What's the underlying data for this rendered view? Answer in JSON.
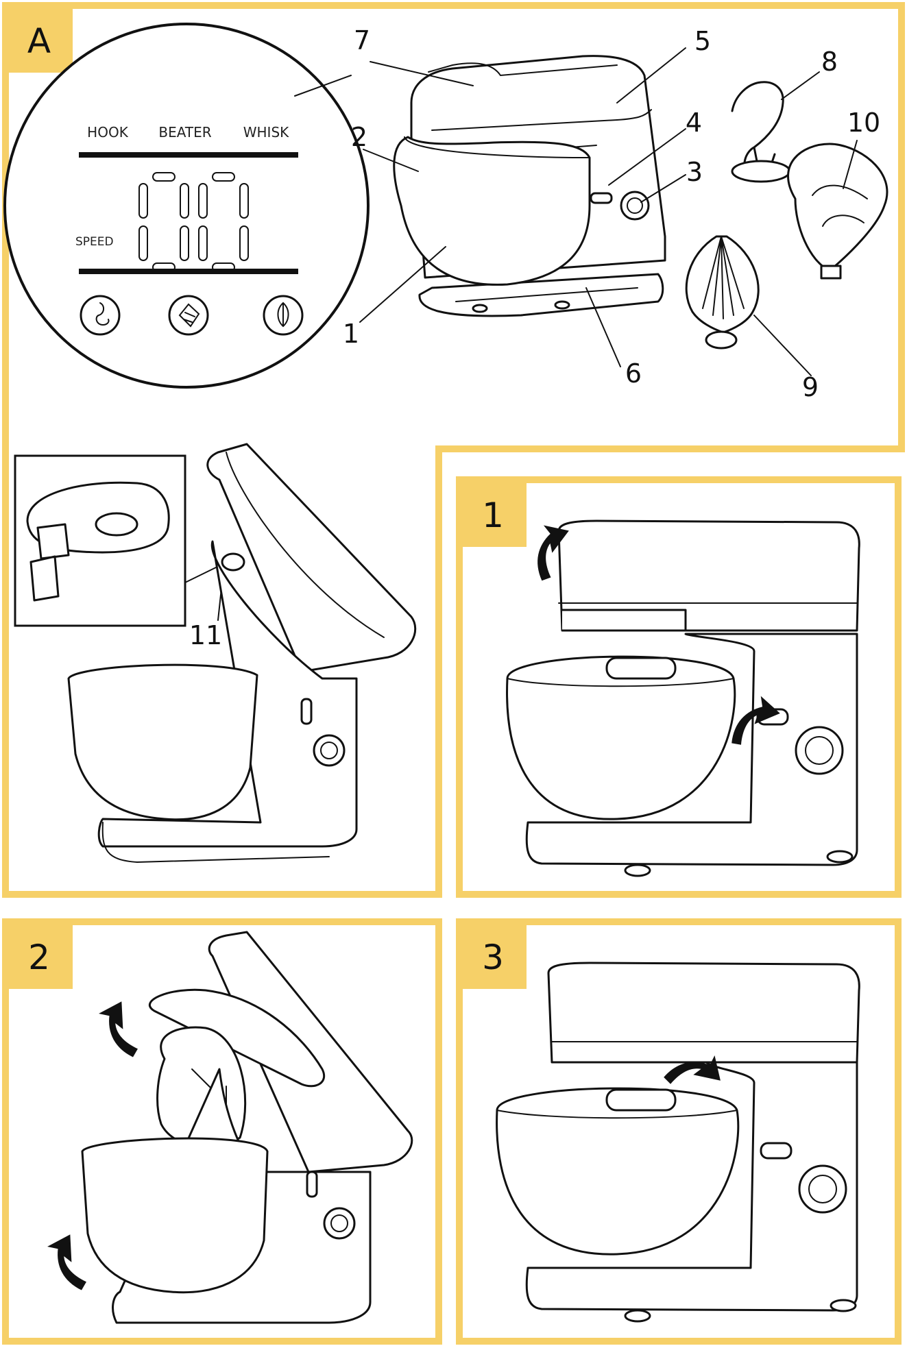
{
  "colors": {
    "frame": "#f6d068",
    "ink": "#111111",
    "paper": "#ffffff"
  },
  "panels": {
    "a": {
      "badge": "A"
    },
    "step1": {
      "badge": "1"
    },
    "step2": {
      "badge": "2"
    },
    "step3": {
      "badge": "3"
    }
  },
  "display": {
    "hook": "HOOK",
    "beater": "BEATER",
    "whisk": "WHISK",
    "speed": "SPEED"
  },
  "callouts": {
    "c1": "1",
    "c2": "2",
    "c3": "3",
    "c4": "4",
    "c5": "5",
    "c6": "6",
    "c7": "7",
    "c8": "8",
    "c9": "9",
    "c10": "10",
    "c11": "11"
  },
  "icons": [
    "hook-icon",
    "beater-icon",
    "whisk-icon",
    "rotate-arrow-icon"
  ]
}
